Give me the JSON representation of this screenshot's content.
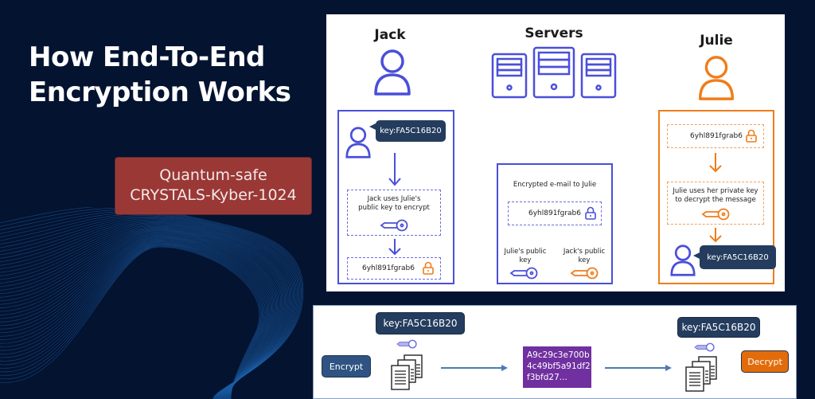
{
  "title_lines": [
    "How End-To-End",
    "Encryption Works"
  ],
  "badge": {
    "line1": "Quantum-safe",
    "line2": "CRYSTALS-Kyber-1024"
  },
  "colors": {
    "background": "#031330",
    "badge": "#9a3836",
    "blue": "#4a4fd9",
    "orange": "#ef7d1a",
    "key_tag": "#243d5e",
    "cipher": "#7030a0",
    "encrypt_button": "#2f5483",
    "decrypt_button": "#e36c0a"
  },
  "diagram": {
    "jack": {
      "name": "Jack",
      "key_label": "key:FA5C16B20",
      "step_text_1": "Jack uses Julie's",
      "step_text_2": "public key to encrypt",
      "ciphertext": "6yhl891fgrab6",
      "icons": [
        "user-icon",
        "key-icon",
        "lock-icon",
        "arrow-down-icon"
      ]
    },
    "servers": {
      "name": "Servers",
      "email_title": "Encrypted e-mail to Julie",
      "ciphertext": "6yhl891fgrab6",
      "julie_key_1": "Julie's public",
      "julie_key_2": "key",
      "jack_key_1": "Jack's public",
      "jack_key_2": "key",
      "icons": [
        "server-icon",
        "lock-icon",
        "key-icon"
      ]
    },
    "julie": {
      "name": "Julie",
      "ciphertext": "6yhl891fgrab6",
      "step_text_1": "Julie uses her private key",
      "step_text_2": "to decrypt the message",
      "key_label": "key:FA5C16B20",
      "icons": [
        "user-icon",
        "key-icon",
        "lock-icon",
        "arrow-down-icon"
      ]
    }
  },
  "flow": {
    "encrypt_label": "Encrypt",
    "decrypt_label": "Decrypt",
    "key_left": "key:FA5C16B20",
    "key_right": "key:FA5C16B20",
    "cipher_lines": [
      "A9c29c3e700b",
      "4c49bf5a91df2",
      "f3bfd27..."
    ],
    "icons": [
      "key-icon",
      "documents-icon",
      "arrow-right-icon"
    ]
  }
}
